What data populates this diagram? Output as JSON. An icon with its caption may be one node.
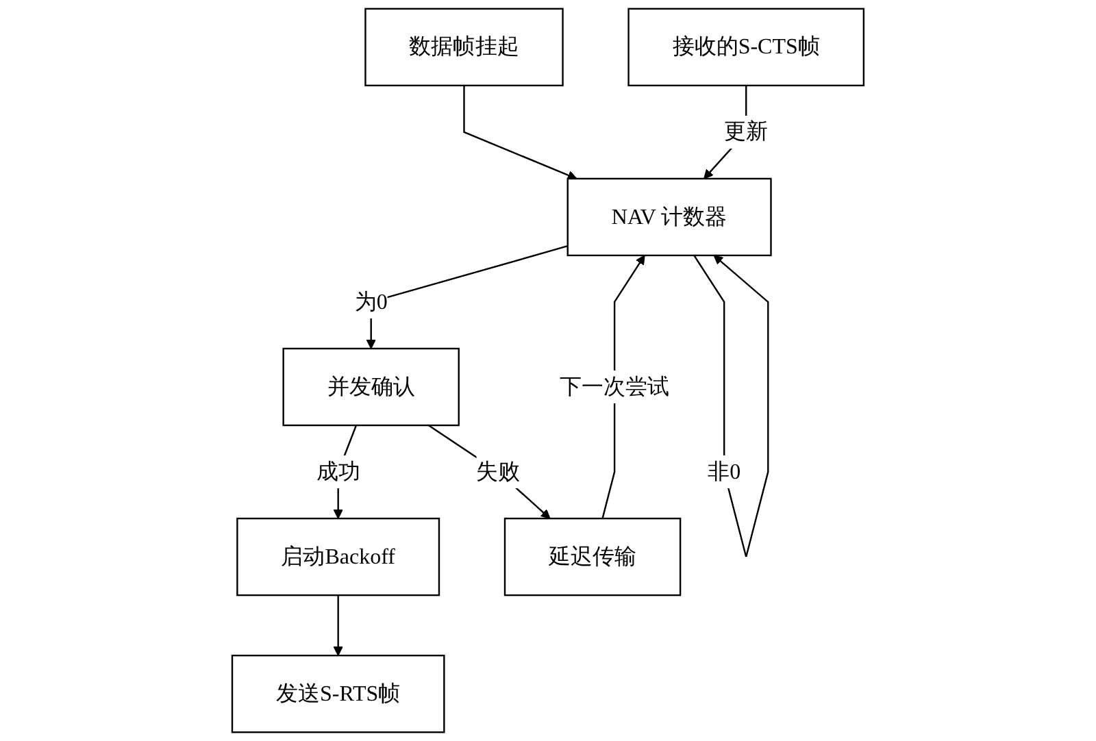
{
  "diagram": {
    "nodes": [
      {
        "text": [
          "数据帧挂起"
        ]
      },
      {
        "text": [
          "NAV 计数器"
        ]
      },
      {
        "text": [
          "接收的S-CTS帧"
        ]
      },
      {
        "text": [
          "并发确认"
        ]
      },
      {
        "text": [
          "启动Backoff"
        ]
      },
      {
        "text": [
          "延迟传输"
        ]
      },
      {
        "text": [
          "发送S-RTS帧"
        ]
      }
    ],
    "edges": [
      {
        "from": 0,
        "to": 1,
        "arrow": "to"
      },
      {
        "from": 1,
        "to": 1,
        "arrow": "to",
        "label": "非0"
      },
      {
        "from": 2,
        "to": 1,
        "arrow": "to",
        "label": "更新"
      },
      {
        "from": 1,
        "to": 3,
        "arrow": "to",
        "label": "为0"
      },
      {
        "from": 3,
        "to": 4,
        "arrow": "to",
        "label": "成功"
      },
      {
        "from": 3,
        "to": 5,
        "arrow": "to",
        "label": "失败"
      },
      {
        "from": 4,
        "to": 6,
        "arrow": "to"
      },
      {
        "from": 5,
        "to": 1,
        "arrow": "to",
        "label": "下一次尝试"
      }
    ]
  }
}
